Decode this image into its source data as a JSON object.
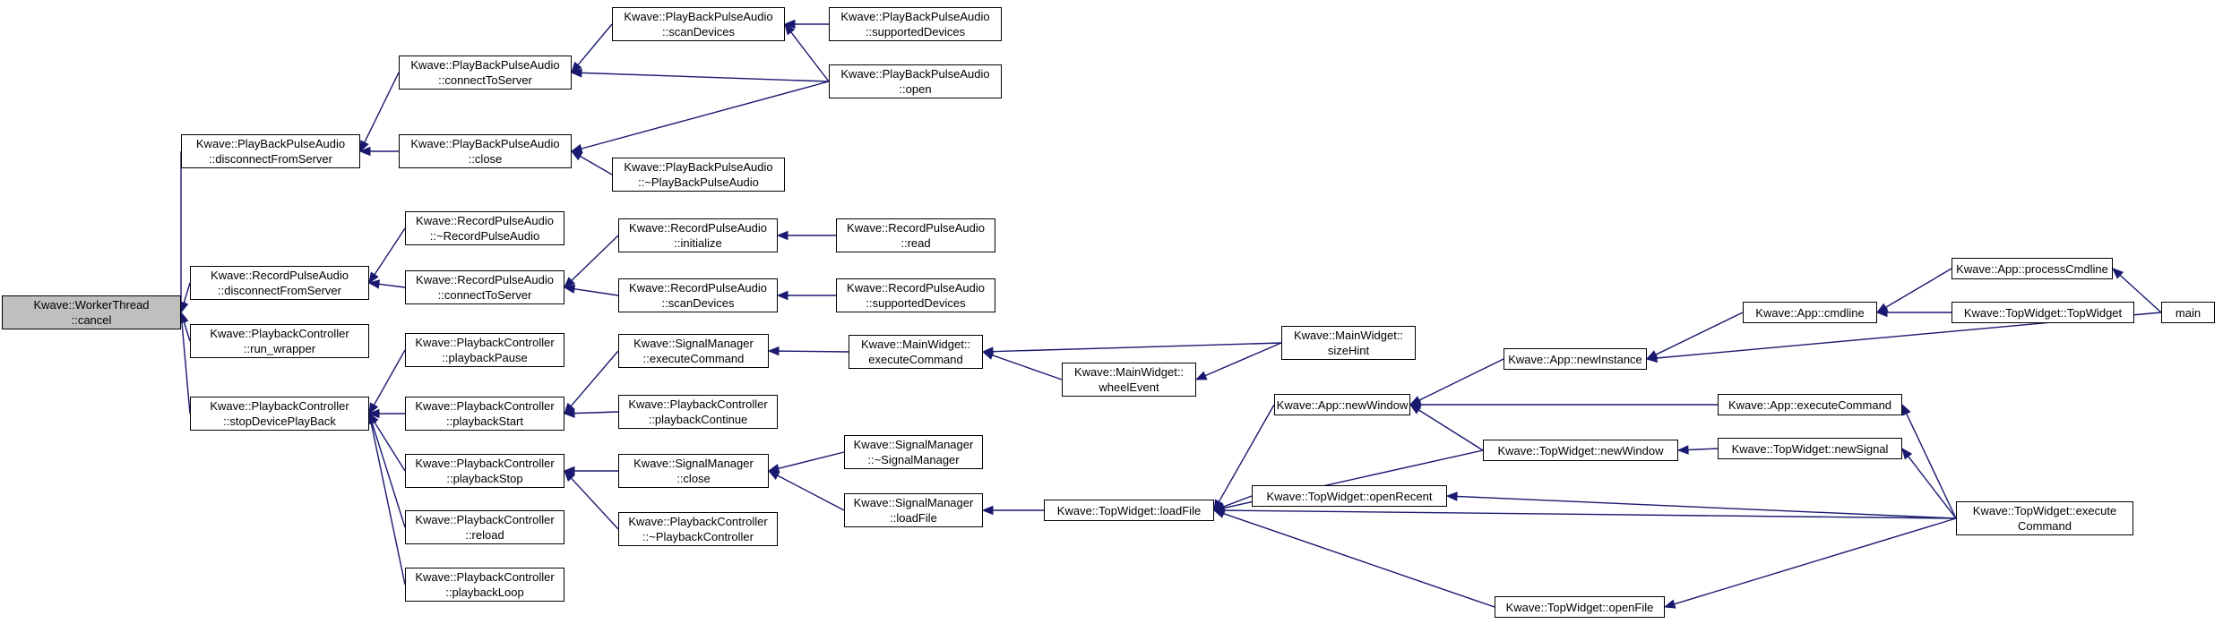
{
  "graph": {
    "edge_color": "#191970",
    "focus_fill": "#bfbfbf",
    "nodes": {
      "cancel": {
        "lines": [
          "Kwave::WorkerThread",
          "::cancel"
        ],
        "focus": true
      },
      "pbDisconnect": {
        "lines": [
          "Kwave::PlayBackPulseAudio",
          "::disconnectFromServer"
        ]
      },
      "recDisconnect": {
        "lines": [
          "Kwave::RecordPulseAudio",
          "::disconnectFromServer"
        ]
      },
      "runWrapper": {
        "lines": [
          "Kwave::PlaybackController",
          "::run_wrapper"
        ]
      },
      "stopDev": {
        "lines": [
          "Kwave::PlaybackController",
          "::stopDevicePlayBack"
        ]
      },
      "pbConnect": {
        "lines": [
          "Kwave::PlayBackPulseAudio",
          "::connectToServer"
        ]
      },
      "pbClose": {
        "lines": [
          "Kwave::PlayBackPulseAudio",
          "::close"
        ]
      },
      "recDtor": {
        "lines": [
          "Kwave::RecordPulseAudio",
          "::~RecordPulseAudio"
        ]
      },
      "recConnect": {
        "lines": [
          "Kwave::RecordPulseAudio",
          "::connectToServer"
        ]
      },
      "pause": {
        "lines": [
          "Kwave::PlaybackController",
          "::playbackPause"
        ]
      },
      "start": {
        "lines": [
          "Kwave::PlaybackController",
          "::playbackStart"
        ]
      },
      "stop": {
        "lines": [
          "Kwave::PlaybackController",
          "::playbackStop"
        ]
      },
      "reload": {
        "lines": [
          "Kwave::PlaybackController",
          "::reload"
        ]
      },
      "loop": {
        "lines": [
          "Kwave::PlaybackController",
          "::playbackLoop"
        ]
      },
      "pbScan": {
        "lines": [
          "Kwave::PlayBackPulseAudio",
          "::scanDevices"
        ]
      },
      "pbDtor": {
        "lines": [
          "Kwave::PlayBackPulseAudio",
          "::~PlayBackPulseAudio"
        ]
      },
      "recInit": {
        "lines": [
          "Kwave::RecordPulseAudio",
          "::initialize"
        ]
      },
      "recScan": {
        "lines": [
          "Kwave::RecordPulseAudio",
          "::scanDevices"
        ]
      },
      "smExec": {
        "lines": [
          "Kwave::SignalManager",
          "::executeCommand"
        ]
      },
      "pcContinue": {
        "lines": [
          "Kwave::PlaybackController",
          "::playbackContinue"
        ]
      },
      "smClose": {
        "lines": [
          "Kwave::SignalManager",
          "::close"
        ]
      },
      "pcDtor": {
        "lines": [
          "Kwave::PlaybackController",
          "::~PlaybackController"
        ]
      },
      "pbSupported": {
        "lines": [
          "Kwave::PlayBackPulseAudio",
          "::supportedDevices"
        ]
      },
      "pbOpen": {
        "lines": [
          "Kwave::PlayBackPulseAudio",
          "::open"
        ]
      },
      "recRead": {
        "lines": [
          "Kwave::RecordPulseAudio",
          "::read"
        ]
      },
      "recSupported": {
        "lines": [
          "Kwave::RecordPulseAudio",
          "::supportedDevices"
        ]
      },
      "mwExec": {
        "lines": [
          "Kwave::MainWidget::",
          "executeCommand"
        ]
      },
      "smDtor": {
        "lines": [
          "Kwave::SignalManager",
          "::~SignalManager"
        ]
      },
      "smLoad": {
        "lines": [
          "Kwave::SignalManager",
          "::loadFile"
        ]
      },
      "mwSize": {
        "lines": [
          "Kwave::MainWidget::",
          "sizeHint"
        ]
      },
      "mwWheel": {
        "lines": [
          "Kwave::MainWidget::",
          "wheelEvent"
        ]
      },
      "twLoad": {
        "lines": [
          "Kwave::TopWidget::loadFile"
        ]
      },
      "appNewWin": {
        "lines": [
          "Kwave::App::newWindow"
        ]
      },
      "twOpenRecent": {
        "lines": [
          "Kwave::TopWidget::openRecent"
        ]
      },
      "twOpenFile": {
        "lines": [
          "Kwave::TopWidget::openFile"
        ]
      },
      "appNewInst": {
        "lines": [
          "Kwave::App::newInstance"
        ]
      },
      "twNewWin": {
        "lines": [
          "Kwave::TopWidget::newWindow"
        ]
      },
      "appCmdline": {
        "lines": [
          "Kwave::App::cmdline"
        ]
      },
      "appExec": {
        "lines": [
          "Kwave::App::executeCommand"
        ]
      },
      "twNewSignal": {
        "lines": [
          "Kwave::TopWidget::newSignal"
        ]
      },
      "twExec": {
        "lines": [
          "Kwave::TopWidget::execute",
          "Command"
        ]
      },
      "appProcess": {
        "lines": [
          "Kwave::App::processCmdline"
        ]
      },
      "twTop": {
        "lines": [
          "Kwave::TopWidget::TopWidget"
        ]
      },
      "main": {
        "lines": [
          "main"
        ]
      }
    }
  }
}
